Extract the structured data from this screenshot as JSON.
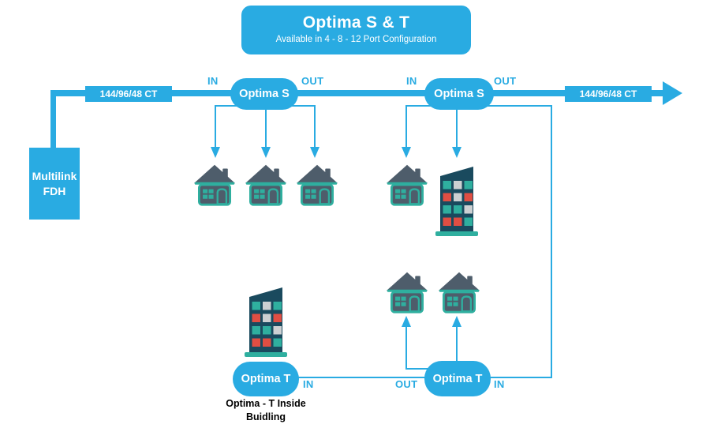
{
  "palette": {
    "cyan": "#29ABE2",
    "teal": "#2FAF9F",
    "slate": "#4E5D6B",
    "navy": "#1A4A5E",
    "red": "#E04E43",
    "silver": "#CDD0D2",
    "white": "#FFFFFF",
    "text_black": "#000000"
  },
  "header": {
    "title": "Optima S & T",
    "subtitle": "Available in 4 - 8 - 12 Port Configuration"
  },
  "fdh": {
    "line1": "Multilink",
    "line2": "FDH"
  },
  "trunk": {
    "left_ct_label": "144/96/48 CT",
    "right_ct_label": "144/96/48 CT"
  },
  "optima_s1": {
    "label": "Optima S",
    "in_label": "IN",
    "out_label": "OUT"
  },
  "optima_s2": {
    "label": "Optima S",
    "in_label": "IN",
    "out_label": "OUT"
  },
  "optima_t_left": {
    "label": "Optima T",
    "in_label": "IN",
    "caption_line1": "Optima - T Inside",
    "caption_line2": "Buidling"
  },
  "optima_t_right": {
    "label": "Optima T",
    "out_label": "OUT",
    "in_label": "IN"
  },
  "icons": {
    "house": "house-icon",
    "office_building": "building-icon",
    "flow_arrowhead": "arrow-right-icon"
  },
  "building_grid": [
    [
      "#2FAF9F",
      "#CDD0D2",
      "#2FAF9F"
    ],
    [
      "#E04E43",
      "#CDD0D2",
      "#E04E43"
    ],
    [
      "#2FAF9F",
      "#2FAF9F",
      "#CDD0D2"
    ],
    [
      "#E04E43",
      "#E04E43",
      "#2FAF9F"
    ]
  ]
}
